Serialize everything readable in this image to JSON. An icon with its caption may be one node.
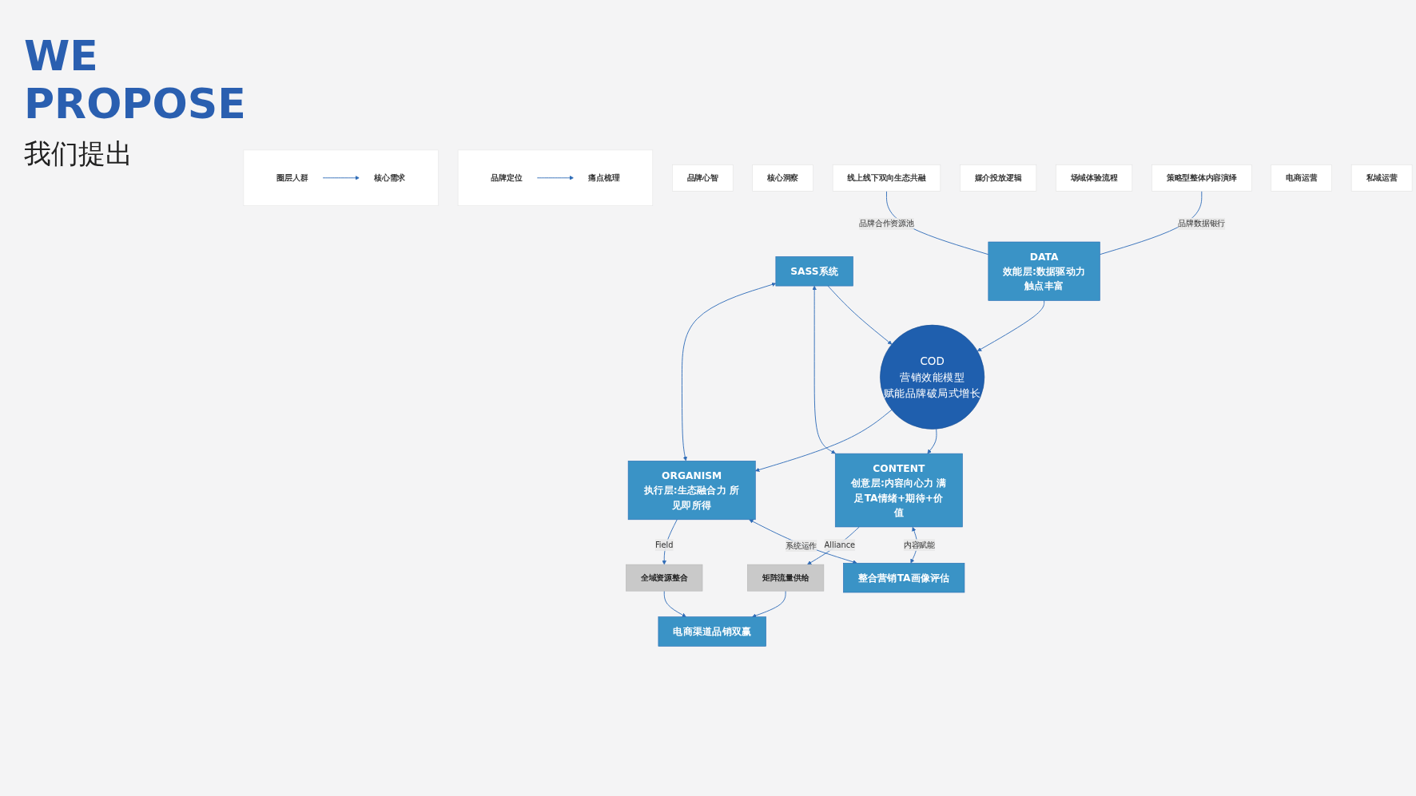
{
  "diagram": {
    "title": "WE PROPOSE",
    "nodes": [
      {
        "text": [],
        "shape": "box"
      },
      {
        "text": [
          "品牌定位"
        ],
        "in": 0
      },
      {
        "text": [
          "痛点梳理"
        ],
        "in": 0
      },
      {
        "text": [],
        "shape": "box"
      },
      {
        "text": [
          "圈层人群"
        ],
        "in": 3
      },
      {
        "text": [
          "核心需求"
        ],
        "in": 3
      },
      {
        "text": [
          "整合营销TA画像评估"
        ]
      },
      {
        "text": [
          "SASS系统"
        ]
      },
      {
        "text": [
          "COD",
          "营销效能模型",
          "赋能品牌破局式增长"
        ]
      },
      {
        "text": [
          "CONTENT",
          "创意层:内容向心力 满足TA情绪+期待+价值"
        ]
      },
      {
        "text": [
          "品牌心智"
        ]
      },
      {
        "text": [
          "核心洞察"
        ]
      },
      {
        "text": [
          "策略型整体内容演绎"
        ]
      },
      {
        "text": [
          "ORGANISM",
          "执行层:生态融合力 所见即所得"
        ]
      },
      {
        "text": [
          "媒介投放逻辑"
        ]
      },
      {
        "text": [
          "场域体验流程"
        ]
      },
      {
        "text": [
          "线上线下双向生态共融"
        ]
      },
      {
        "text": [
          "DATA",
          "效能层:数据驱动力",
          "触点丰富"
        ]
      },
      {
        "text": [
          "矩阵流量供给"
        ]
      },
      {
        "text": [
          "电商渠道品销双赢"
        ]
      },
      {
        "text": [
          "电商运营"
        ]
      },
      {
        "text": [
          "私域运营"
        ]
      },
      {
        "text": [
          "全域资源整合"
        ]
      }
    ],
    "edges": [
      {
        "from": 1,
        "to": 2,
        "arrow": "to"
      },
      {
        "from": 4,
        "to": 5,
        "arrow": "to"
      },
      {
        "from": 9,
        "to": 6,
        "arrow": "both",
        "label": "内容赋能"
      },
      {
        "from": 9,
        "to": 7,
        "arrow": "both"
      },
      {
        "from": 13,
        "to": 6,
        "arrow": "both",
        "label": "系统运作"
      },
      {
        "from": 13,
        "to": 7,
        "arrow": "both"
      },
      {
        "from": 7,
        "to": 8,
        "arrow": "to"
      },
      {
        "from": 8,
        "to": 9,
        "arrow": "to"
      },
      {
        "from": 8,
        "to": 13,
        "arrow": "to"
      },
      {
        "from": 17,
        "to": 8,
        "arrow": "to"
      },
      {
        "from": 12,
        "to": 17,
        "arrow": "none",
        "label": "品牌数据银行"
      },
      {
        "from": 16,
        "to": 17,
        "arrow": "none",
        "label": "品牌合作资源池"
      },
      {
        "from": 9,
        "to": 18,
        "arrow": "to",
        "label": "Alliance"
      },
      {
        "from": 13,
        "to": 22,
        "arrow": "to",
        "label": "Field"
      },
      {
        "from": 18,
        "to": 19,
        "arrow": "to"
      },
      {
        "from": 22,
        "to": 19,
        "arrow": "to"
      }
    ],
    "labels": [
      "我们提出"
    ]
  }
}
